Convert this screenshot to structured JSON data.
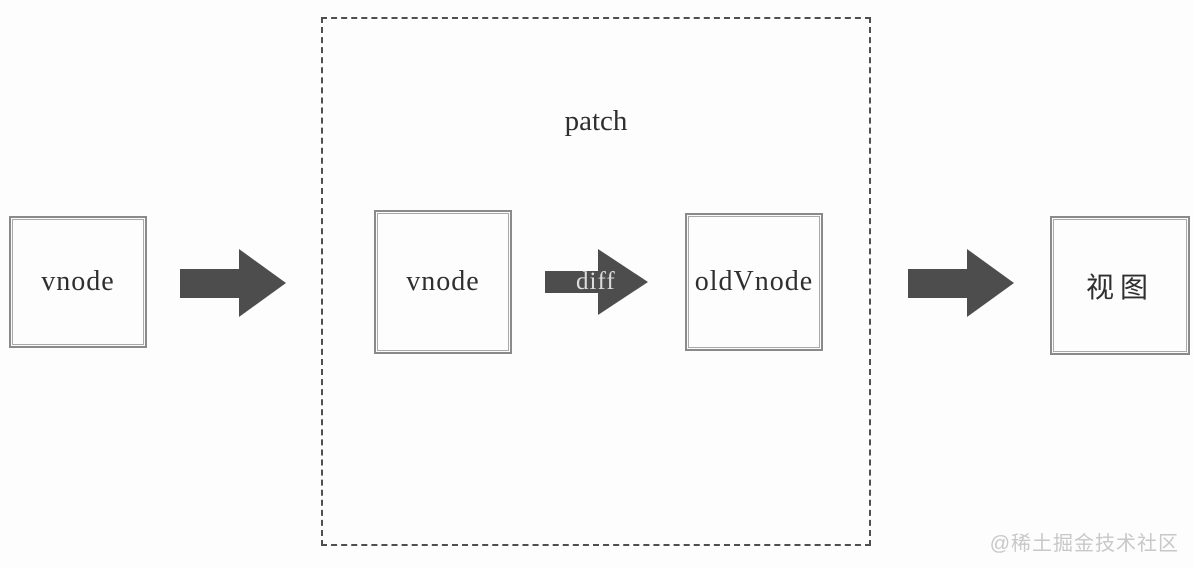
{
  "nodes": [
    {
      "id": "vnode-left",
      "label": "vnode"
    },
    {
      "id": "vnode-patch",
      "label": "vnode"
    },
    {
      "id": "old-vnode",
      "label": "oldVnode"
    },
    {
      "id": "view",
      "label": "视图"
    }
  ],
  "patch": {
    "label": "patch"
  },
  "arrows": [
    {
      "id": "vnode-to-patch",
      "label": ""
    },
    {
      "id": "diff",
      "label": "diff"
    },
    {
      "id": "patch-to-view",
      "label": ""
    }
  ],
  "watermark": {
    "text": "@稀土掘金技术社区"
  },
  "colors": {
    "background": "#fdfdfd",
    "box_border": "#8a8a8a",
    "dashed_border": "#4f4f4f",
    "arrow": "#4d4d4d",
    "text": "#2f2f2f",
    "diff_text": "#dcdcdc",
    "watermark": "#c8c8c8"
  }
}
